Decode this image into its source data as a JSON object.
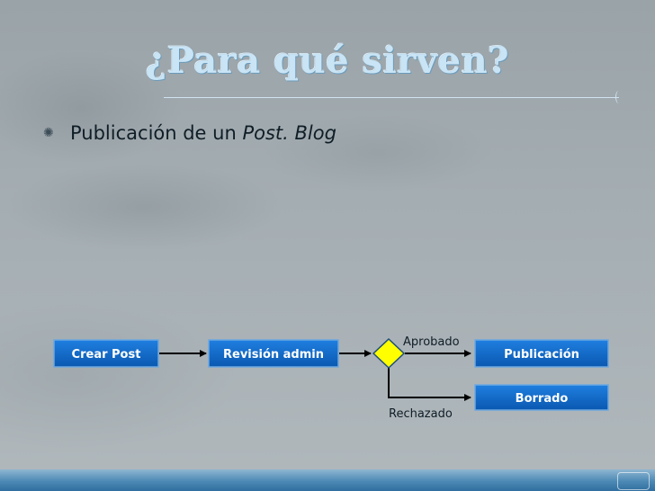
{
  "slide": {
    "title": "¿Para qué sirven?",
    "bullet": {
      "text": "Publicación de un ",
      "emphasis": "Post. Blog"
    }
  },
  "diagram": {
    "nodes": [
      {
        "id": "crear",
        "label": "Crear Post"
      },
      {
        "id": "revision",
        "label": "Revisión admin"
      },
      {
        "id": "decision",
        "label": ""
      },
      {
        "id": "publicacion",
        "label": "Publicación"
      },
      {
        "id": "borrado",
        "label": "Borrado"
      }
    ],
    "edges": [
      {
        "from": "crear",
        "to": "revision",
        "label": ""
      },
      {
        "from": "revision",
        "to": "decision",
        "label": ""
      },
      {
        "from": "decision",
        "to": "publicacion",
        "label": "Aprobado"
      },
      {
        "from": "decision",
        "to": "borrado",
        "label": "Rechazado"
      }
    ],
    "colors": {
      "box_fill": "#0a66c8",
      "box_border": "#6da8e0",
      "diamond_fill": "#ffff00",
      "diamond_border": "#1f4f7a",
      "arrow": "#000000"
    }
  }
}
